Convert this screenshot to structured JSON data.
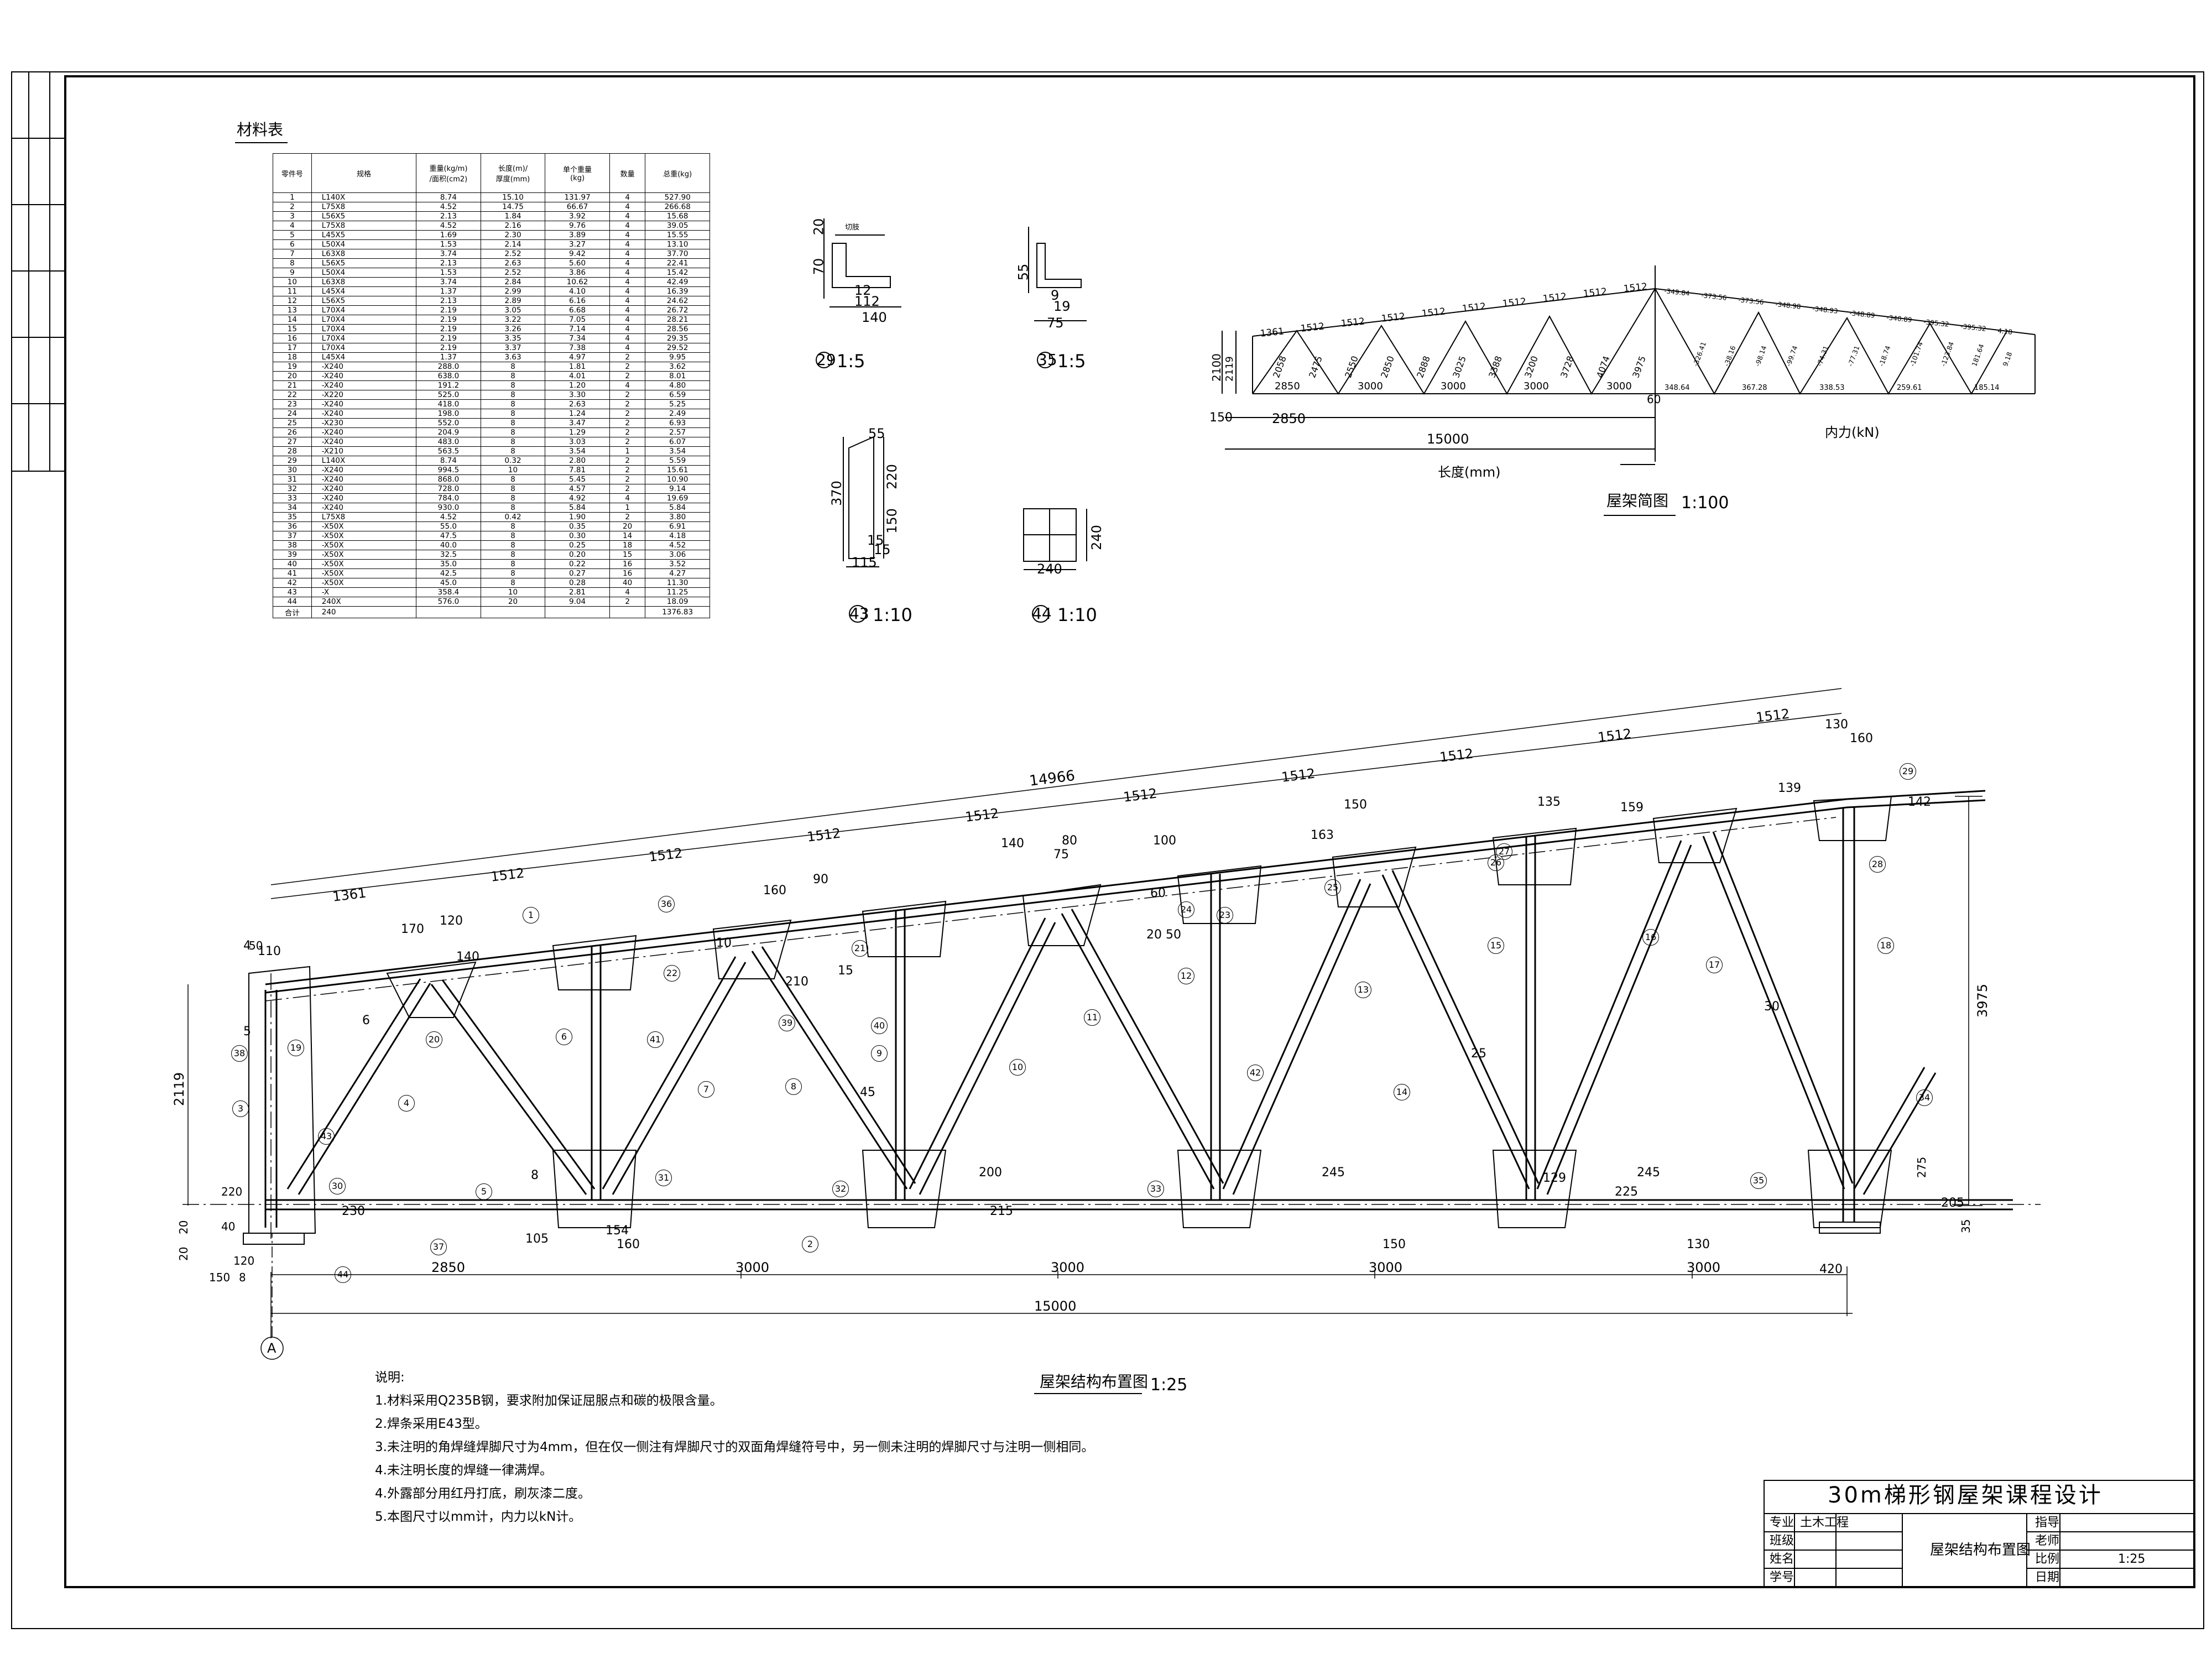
{
  "material_table": {
    "title": "材料表",
    "headers": [
      "零件号",
      "规格",
      "重量(kg/m)\n/面积(cm2)",
      "长度(m)/\n厚度(mm)",
      "单个重量\n(kg)",
      "数量",
      "总重(kg)"
    ],
    "rows": [
      [
        "1",
        "L140X",
        "8.74",
        "15.10",
        "131.97",
        "4",
        "527.90"
      ],
      [
        "2",
        "L75X8",
        "4.52",
        "14.75",
        "66.67",
        "4",
        "266.68"
      ],
      [
        "3",
        "L56X5",
        "2.13",
        "1.84",
        "3.92",
        "4",
        "15.68"
      ],
      [
        "4",
        "L75X8",
        "4.52",
        "2.16",
        "9.76",
        "4",
        "39.05"
      ],
      [
        "5",
        "L45X5",
        "1.69",
        "2.30",
        "3.89",
        "4",
        "15.55"
      ],
      [
        "6",
        "L50X4",
        "1.53",
        "2.14",
        "3.27",
        "4",
        "13.10"
      ],
      [
        "7",
        "L63X8",
        "3.74",
        "2.52",
        "9.42",
        "4",
        "37.70"
      ],
      [
        "8",
        "L56X5",
        "2.13",
        "2.63",
        "5.60",
        "4",
        "22.41"
      ],
      [
        "9",
        "L50X4",
        "1.53",
        "2.52",
        "3.86",
        "4",
        "15.42"
      ],
      [
        "10",
        "L63X8",
        "3.74",
        "2.84",
        "10.62",
        "4",
        "42.49"
      ],
      [
        "11",
        "L45X4",
        "1.37",
        "2.99",
        "4.10",
        "4",
        "16.39"
      ],
      [
        "12",
        "L56X5",
        "2.13",
        "2.89",
        "6.16",
        "4",
        "24.62"
      ],
      [
        "13",
        "L70X4",
        "2.19",
        "3.05",
        "6.68",
        "4",
        "26.72"
      ],
      [
        "14",
        "L70X4",
        "2.19",
        "3.22",
        "7.05",
        "4",
        "28.21"
      ],
      [
        "15",
        "L70X4",
        "2.19",
        "3.26",
        "7.14",
        "4",
        "28.56"
      ],
      [
        "16",
        "L70X4",
        "2.19",
        "3.35",
        "7.34",
        "4",
        "29.35"
      ],
      [
        "17",
        "L70X4",
        "2.19",
        "3.37",
        "7.38",
        "4",
        "29.52"
      ],
      [
        "18",
        "L45X4",
        "1.37",
        "3.63",
        "4.97",
        "2",
        "9.95"
      ],
      [
        "19",
        "-X240",
        "288.0",
        "8",
        "1.81",
        "2",
        "3.62"
      ],
      [
        "20",
        "-X240",
        "638.0",
        "8",
        "4.01",
        "2",
        "8.01"
      ],
      [
        "21",
        "-X240",
        "191.2",
        "8",
        "1.20",
        "4",
        "4.80"
      ],
      [
        "22",
        "-X220",
        "525.0",
        "8",
        "3.30",
        "2",
        "6.59"
      ],
      [
        "23",
        "-X240",
        "418.0",
        "8",
        "2.63",
        "2",
        "5.25"
      ],
      [
        "24",
        "-X240",
        "198.0",
        "8",
        "1.24",
        "2",
        "2.49"
      ],
      [
        "25",
        "-X230",
        "552.0",
        "8",
        "3.47",
        "2",
        "6.93"
      ],
      [
        "26",
        "-X240",
        "204.9",
        "8",
        "1.29",
        "2",
        "2.57"
      ],
      [
        "27",
        "-X240",
        "483.0",
        "8",
        "3.03",
        "2",
        "6.07"
      ],
      [
        "28",
        "-X210",
        "563.5",
        "8",
        "3.54",
        "1",
        "3.54"
      ],
      [
        "29",
        "L140X",
        "8.74",
        "0.32",
        "2.80",
        "2",
        "5.59"
      ],
      [
        "30",
        "-X240",
        "994.5",
        "10",
        "7.81",
        "2",
        "15.61"
      ],
      [
        "31",
        "-X240",
        "868.0",
        "8",
        "5.45",
        "2",
        "10.90"
      ],
      [
        "32",
        "-X240",
        "728.0",
        "8",
        "4.57",
        "2",
        "9.14"
      ],
      [
        "33",
        "-X240",
        "784.0",
        "8",
        "4.92",
        "4",
        "19.69"
      ],
      [
        "34",
        "-X240",
        "930.0",
        "8",
        "5.84",
        "1",
        "5.84"
      ],
      [
        "35",
        "L75X8",
        "4.52",
        "0.42",
        "1.90",
        "2",
        "3.80"
      ],
      [
        "36",
        "-X50X",
        "55.0",
        "8",
        "0.35",
        "20",
        "6.91"
      ],
      [
        "37",
        "-X50X",
        "47.5",
        "8",
        "0.30",
        "14",
        "4.18"
      ],
      [
        "38",
        "-X50X",
        "40.0",
        "8",
        "0.25",
        "18",
        "4.52"
      ],
      [
        "39",
        "-X50X",
        "32.5",
        "8",
        "0.20",
        "15",
        "3.06"
      ],
      [
        "40",
        "-X50X",
        "35.0",
        "8",
        "0.22",
        "16",
        "3.52"
      ],
      [
        "41",
        "-X50X",
        "42.5",
        "8",
        "0.27",
        "16",
        "4.27"
      ],
      [
        "42",
        "-X50X",
        "45.0",
        "8",
        "0.28",
        "40",
        "11.30"
      ],
      [
        "43",
        "-X",
        "358.4",
        "10",
        "2.81",
        "4",
        "11.25"
      ],
      [
        "44",
        "240X",
        "576.0",
        "20",
        "9.04",
        "2",
        "18.09"
      ],
      [
        "合计",
        "240",
        "",
        "",
        "",
        "",
        "1376.83"
      ]
    ]
  },
  "details": {
    "d29": {
      "tag": "29",
      "scale": "1:5",
      "dims": [
        "20",
        "70",
        "12",
        "112",
        "140"
      ],
      "note": "切肢"
    },
    "d35": {
      "tag": "35",
      "scale": "1:5",
      "dims": [
        "55",
        "9",
        "19",
        "75"
      ]
    },
    "d43": {
      "tag": "43",
      "scale": "1:10",
      "dims": [
        "55",
        "220",
        "370",
        "150",
        "15",
        "115",
        "15"
      ]
    },
    "d44": {
      "tag": "44",
      "scale": "1:10",
      "dims": [
        "240",
        "240"
      ]
    }
  },
  "truss_diagram": {
    "title": "屋架简图",
    "scale": "1:100",
    "left_label": "长度(mm)",
    "right_label": "内力(kN)",
    "top_dims": [
      "1361",
      "1512",
      "1512",
      "1512",
      "1512",
      "1512",
      "1512",
      "1512",
      "1512",
      "1512"
    ],
    "bottom_dims": [
      "2850",
      "3000",
      "3000",
      "3000",
      "3000"
    ],
    "left_dims": [
      "2100",
      "2119"
    ],
    "web_lengths": [
      "2058",
      "2475",
      "2550",
      "2850",
      "2888",
      "3025",
      "3388",
      "3200",
      "3728",
      "4074",
      "3975"
    ],
    "base_dims": [
      "150",
      "2850",
      "15000"
    ],
    "center_dim": "60",
    "top_forces": [
      "-349.84",
      "-373.56",
      "-373.56",
      "-348.98",
      "-348.93",
      "-348.89",
      "-340.89",
      "-395.32",
      "-395.32",
      "4.18"
    ],
    "bottom_forces": [
      "348.64",
      "367.28",
      "338.53",
      "259.61",
      "185.14"
    ],
    "web_forces": [
      "-326.41",
      "-38.16",
      "-98.14",
      "-99.74",
      "-74.31",
      "-77.31",
      "-18.74",
      "-101.74",
      "-123.84",
      "181.64",
      "9.18"
    ]
  },
  "elevation": {
    "title": "屋架结构布置图",
    "scale": "1:25",
    "top_overall": "14966",
    "top_panels": [
      "1361",
      "1512",
      "1512",
      "1512",
      "1512",
      "1512",
      "1512",
      "1512",
      "1512",
      "1512"
    ],
    "bottom_panels": [
      "2850",
      "3000",
      "3000",
      "3000",
      "3000"
    ],
    "overall": "15000",
    "left_small": [
      "150",
      "120",
      "20",
      "8",
      "40",
      "50",
      "20",
      "220"
    ],
    "left_height": "2119",
    "right_height": "3975",
    "right_small": [
      "275",
      "35"
    ],
    "axis_label": "A",
    "part_tags": [
      "1",
      "2",
      "3",
      "4",
      "5",
      "6",
      "7",
      "8",
      "9",
      "10",
      "11",
      "12",
      "13",
      "14",
      "15",
      "16",
      "17",
      "18",
      "19",
      "20",
      "21",
      "22",
      "23",
      "24",
      "25",
      "26",
      "27",
      "28",
      "29",
      "30",
      "31",
      "32",
      "33",
      "34",
      "35",
      "36",
      "37",
      "38",
      "39",
      "40",
      "41",
      "42",
      "43",
      "44"
    ],
    "weld_sizes": [
      "4",
      "5",
      "6",
      "8",
      "10",
      "15",
      "20",
      "25",
      "30",
      "45",
      "50",
      "60"
    ],
    "gusset_dims": [
      "170",
      "120",
      "160",
      "90",
      "75",
      "100",
      "140",
      "80",
      "150",
      "130",
      "160",
      "140",
      "210",
      "200",
      "245",
      "225",
      "205",
      "215",
      "154",
      "160",
      "150",
      "130",
      "420",
      "110",
      "230",
      "245",
      "129",
      "105",
      "135",
      "142",
      "163",
      "159",
      "139"
    ]
  },
  "notes": {
    "heading": "说明:",
    "items": [
      "1.材料采用Q235B钢，要求附加保证屈服点和碳的极限含量。",
      "2.焊条采用E43型。",
      "3.未注明的角焊缝焊脚尺寸为4mm，但在仅一侧注有焊脚尺寸的双面角焊缝符号中，另一侧未注明的焊脚尺寸与注明一侧相同。",
      "4.未注明长度的焊缝一律满焊。",
      "4.外露部分用红丹打底，刷灰漆二度。",
      "5.本图尺寸以mm计，内力以kN计。"
    ]
  },
  "title_block": {
    "project": "30m梯形钢屋架课程设计",
    "row_labels": [
      "专业",
      "班级",
      "姓名",
      "学号"
    ],
    "major": "土木工程",
    "drawing_name": "屋架结构布置图",
    "right_labels": [
      "指导",
      "老师",
      "比例",
      "日期"
    ],
    "scale": "1:25"
  }
}
